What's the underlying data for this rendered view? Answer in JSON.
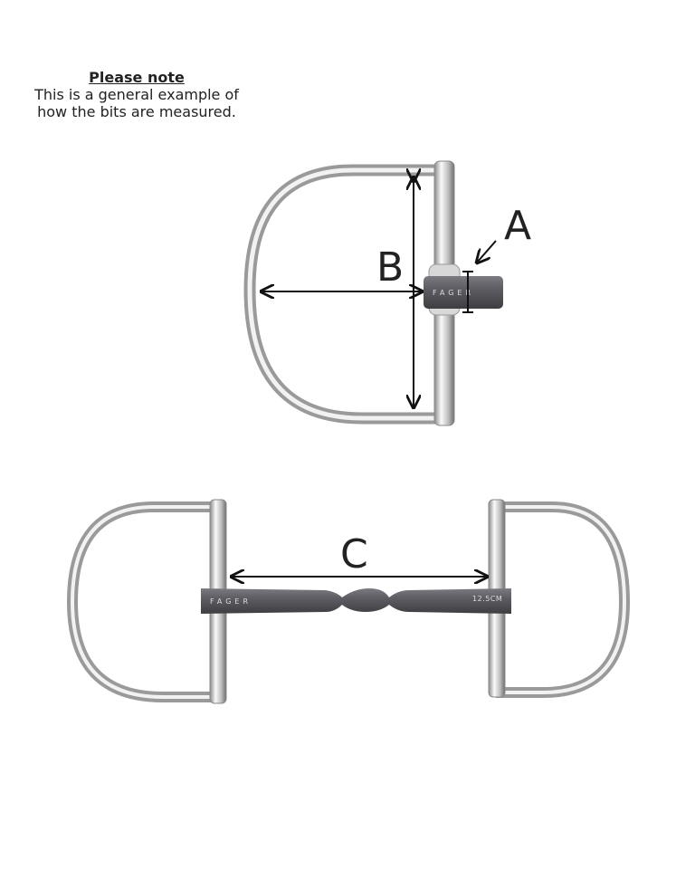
{
  "note": {
    "title": "Please note",
    "text": "This is a general example of how the bits are measured."
  },
  "labels": {
    "a": "A",
    "b": "B",
    "c": "C"
  },
  "engraving": {
    "brand": "FAGER",
    "size": "12.5CM"
  },
  "colors": {
    "steel": "#c8c8c8",
    "mouthpiece": "#5a5a5e",
    "arrow": "#111111"
  }
}
